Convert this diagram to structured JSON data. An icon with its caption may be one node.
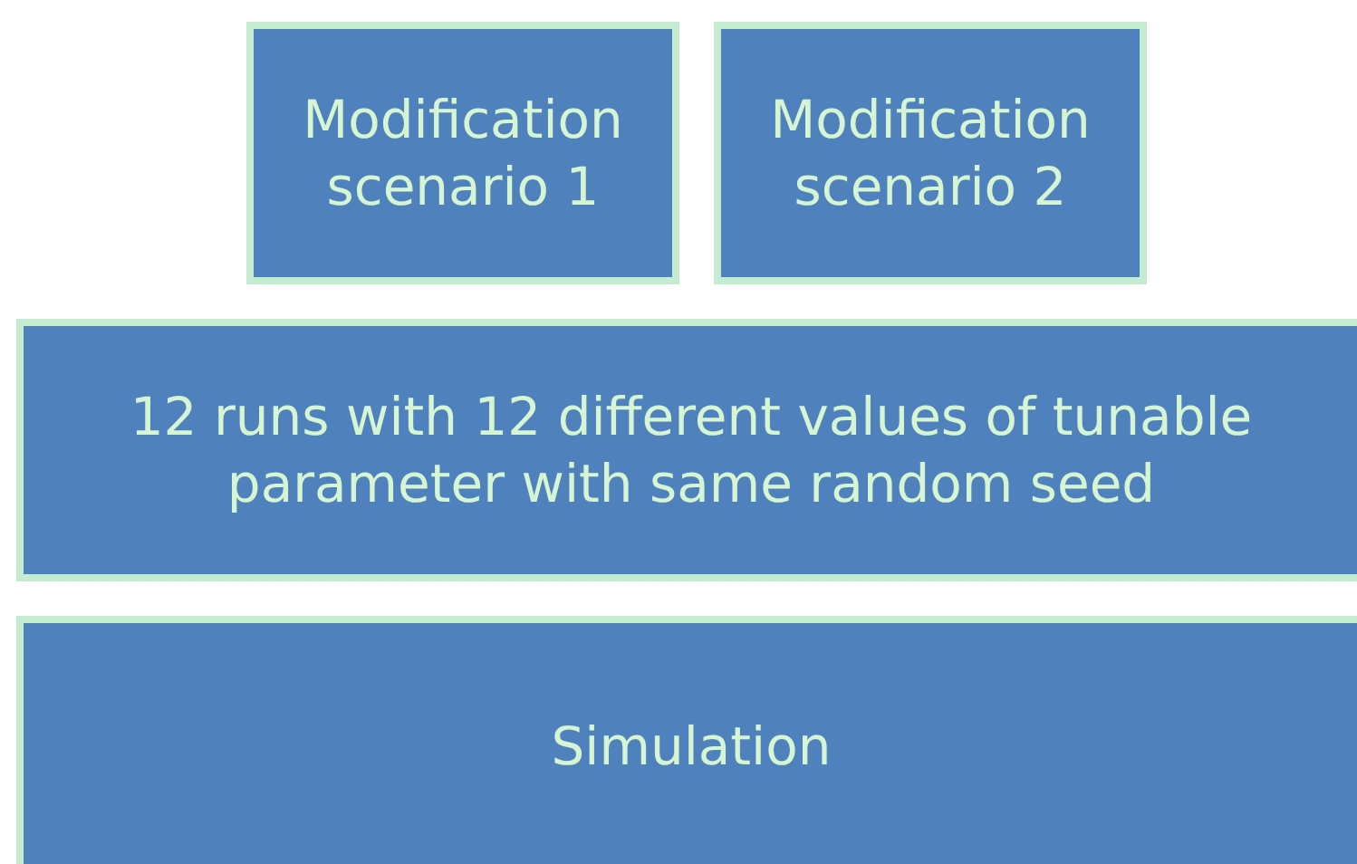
{
  "diagram": {
    "nodes": [
      {
        "text": [
          "Modification scenario 1"
        ]
      },
      {
        "text": [
          "Modification scenario 2"
        ]
      },
      {
        "text": [
          "12 runs with 12 different values of tunable parameter with same random seed"
        ]
      },
      {
        "text": [
          "Simulation"
        ]
      }
    ]
  }
}
